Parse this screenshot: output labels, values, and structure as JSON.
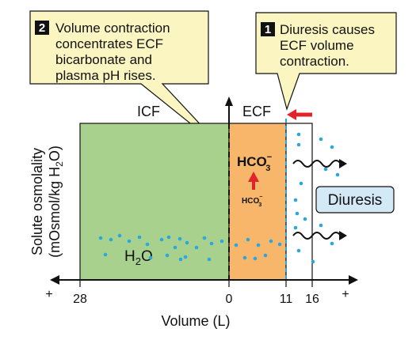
{
  "callouts": [
    {
      "number": "2",
      "lines": [
        "Volume contraction",
        "concentrates ECF",
        "bicarbonate and",
        "plasma pH rises."
      ]
    },
    {
      "number": "1",
      "lines": [
        "Diuresis causes",
        "ECF volume",
        "contraction."
      ]
    }
  ],
  "compartments": {
    "icf": "ICF",
    "ecf": "ECF"
  },
  "y_axis": {
    "line1": "Solute osmolality",
    "line2_pre": "(mOsmol/kg H",
    "line2_sub": "2",
    "line2_post": "O)"
  },
  "x_axis": {
    "title": "Volume (L)",
    "ticks": [
      "28",
      "0",
      "11",
      "16"
    ],
    "plus_left": "+",
    "plus_right": "+"
  },
  "water_label": {
    "base": "H",
    "sub": "2",
    "post": "O"
  },
  "bicarb_big": {
    "base": "HCO",
    "sub": "3",
    "sup": "−"
  },
  "bicarb_small": {
    "base": "HCO",
    "sub": "3",
    "sup": "−"
  },
  "diuresis_label": "Diuresis",
  "colors": {
    "icf": "#a9d18e",
    "ecf": "#f8b66a",
    "dots": "#29a8df",
    "red": "#e0242a",
    "callout": "#fbf5c2",
    "diuresis_box": "#d4e9f6"
  }
}
